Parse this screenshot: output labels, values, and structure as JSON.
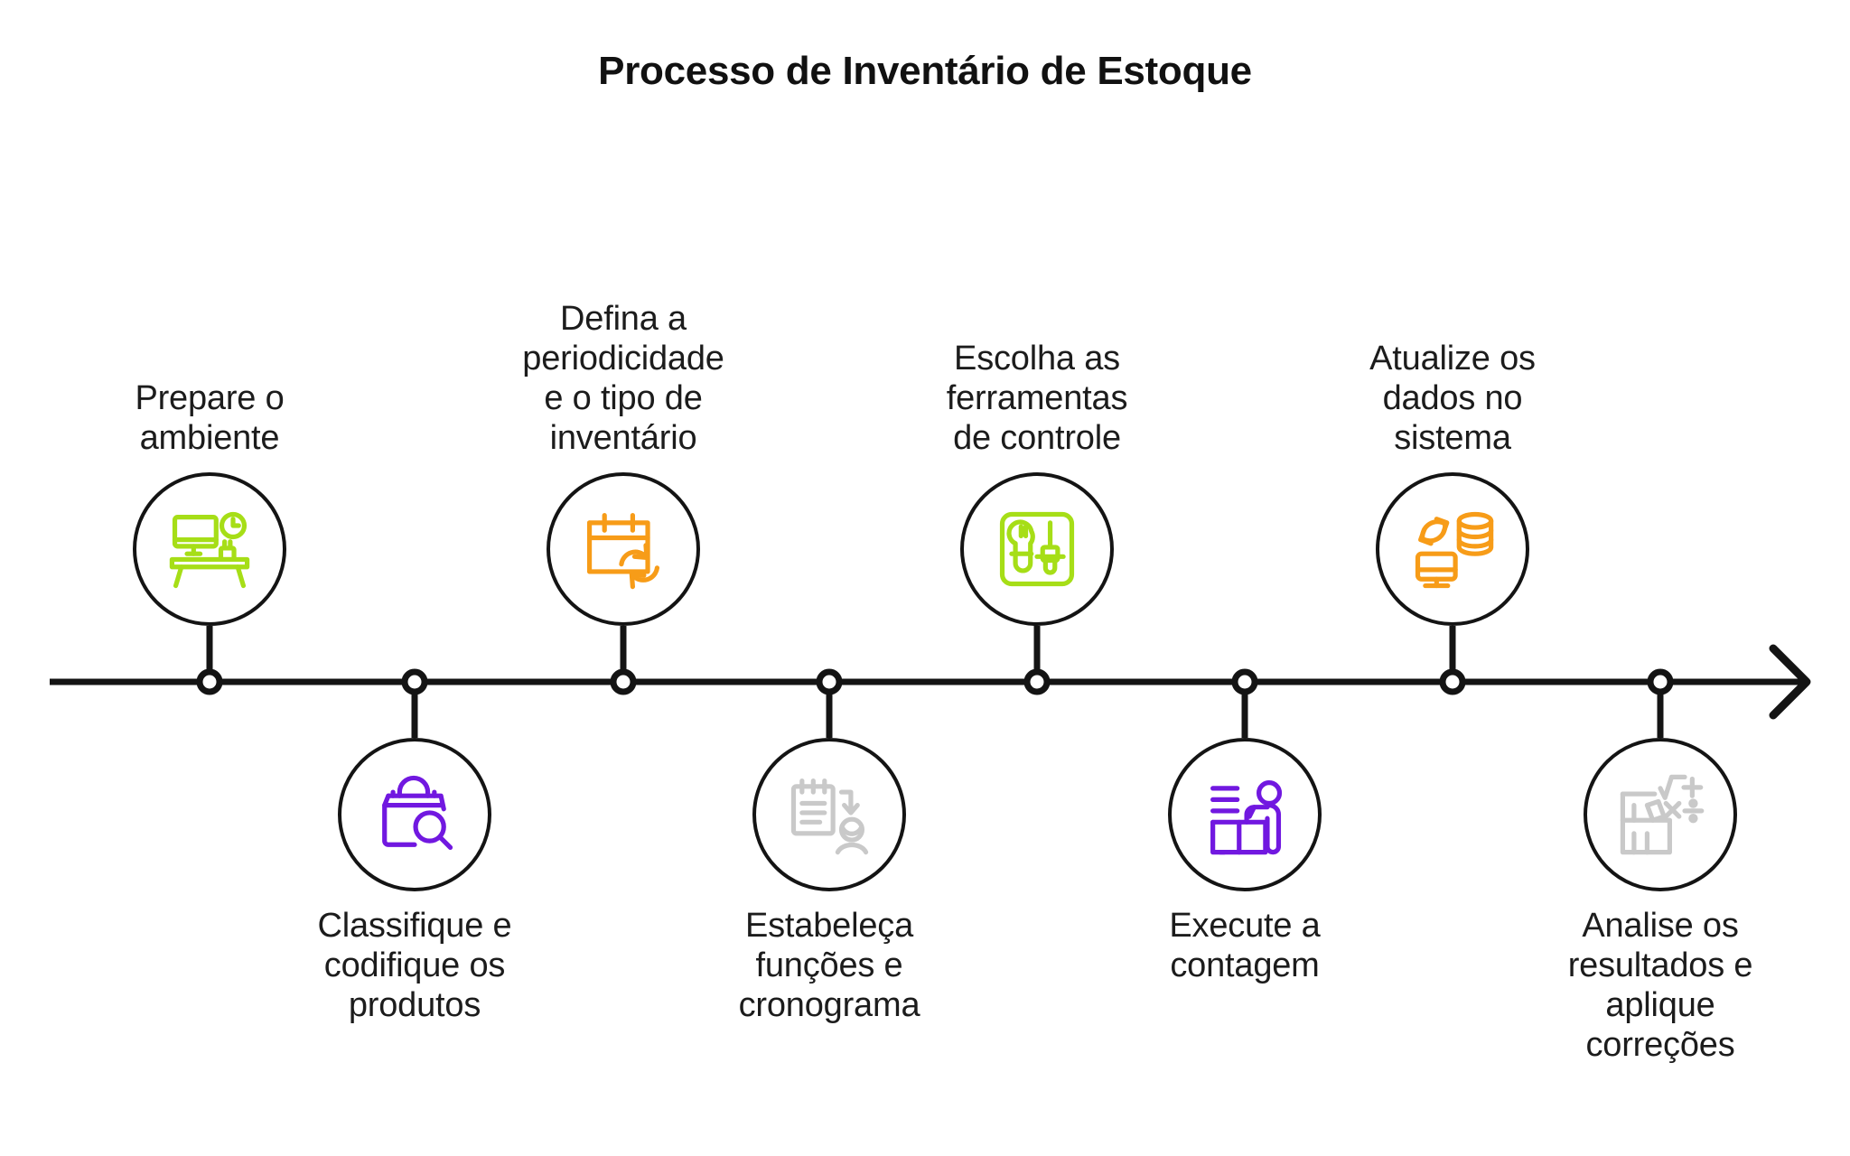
{
  "title": "Processo de Inventário de Estoque",
  "colors": {
    "axis": "#141414",
    "text": "#1c1c1c",
    "green": "#A6DE17",
    "orange": "#F79C18",
    "purple": "#7118E0",
    "grey": "#C9C9C9"
  },
  "axis": {
    "has_arrow_right": true,
    "marker_shape": "hollow-circle"
  },
  "steps": [
    {
      "index": 1,
      "label": "Prepare o\nambiente",
      "position": "top",
      "icon": "desk-monitor-clock-icon",
      "color": "#A6DE17"
    },
    {
      "index": 2,
      "label": "Classifique e\ncodifique os\nprodutos",
      "position": "bottom",
      "icon": "shopping-bag-search-icon",
      "color": "#7118E0"
    },
    {
      "index": 3,
      "label": "Defina a\nperiodicidade\ne o tipo de\ninventário",
      "position": "top",
      "icon": "calendar-refresh-icon",
      "color": "#F79C18"
    },
    {
      "index": 4,
      "label": "Estabeleça\nfunções e\ncronograma",
      "position": "bottom",
      "icon": "notepad-assign-person-icon",
      "color": "#C9C9C9"
    },
    {
      "index": 5,
      "label": "Escolha as\nferramentas\nde controle",
      "position": "top",
      "icon": "tools-wrench-screwdriver-icon",
      "color": "#A6DE17"
    },
    {
      "index": 6,
      "label": "Execute a\ncontagem",
      "position": "bottom",
      "icon": "person-counting-boxes-icon",
      "color": "#7118E0"
    },
    {
      "index": 7,
      "label": "Atualize os\ndados no\nsistema",
      "position": "top",
      "icon": "data-sync-monitor-database-icon",
      "color": "#F79C18"
    },
    {
      "index": 8,
      "label": "Analise os\nresultados e\naplique\ncorreções",
      "position": "bottom",
      "icon": "shelf-math-analysis-icon",
      "color": "#C9C9C9"
    }
  ]
}
